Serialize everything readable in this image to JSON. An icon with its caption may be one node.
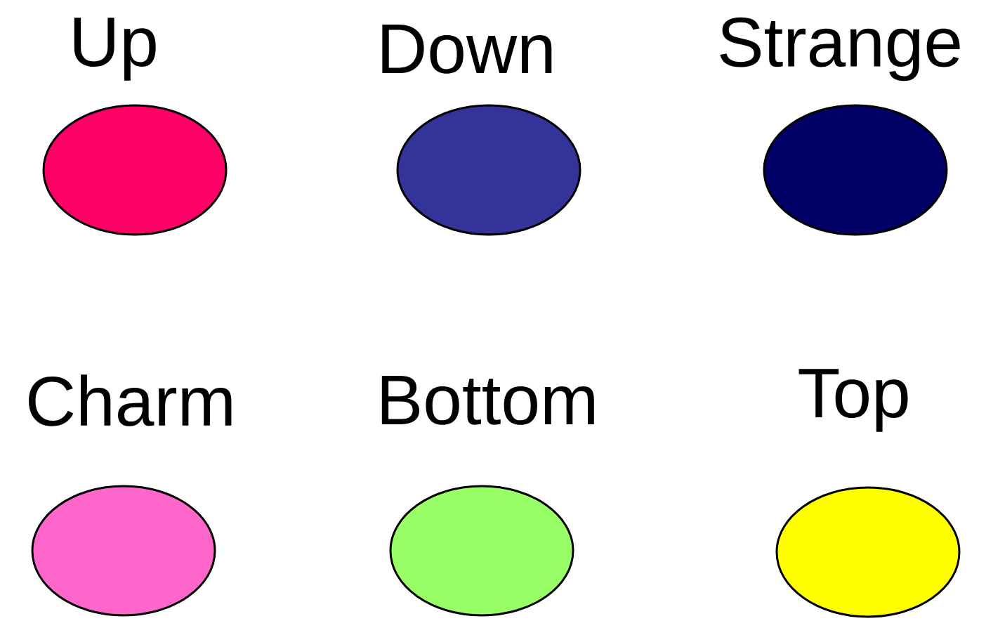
{
  "diagram": {
    "nodes": [
      {
        "text": [
          "Up"
        ]
      },
      {
        "text": [
          "Down"
        ]
      },
      {
        "text": [
          "Strange"
        ]
      },
      {
        "text": [
          "Charm"
        ]
      },
      {
        "text": [
          "Bottom"
        ]
      },
      {
        "text": [
          "Top"
        ]
      }
    ]
  }
}
